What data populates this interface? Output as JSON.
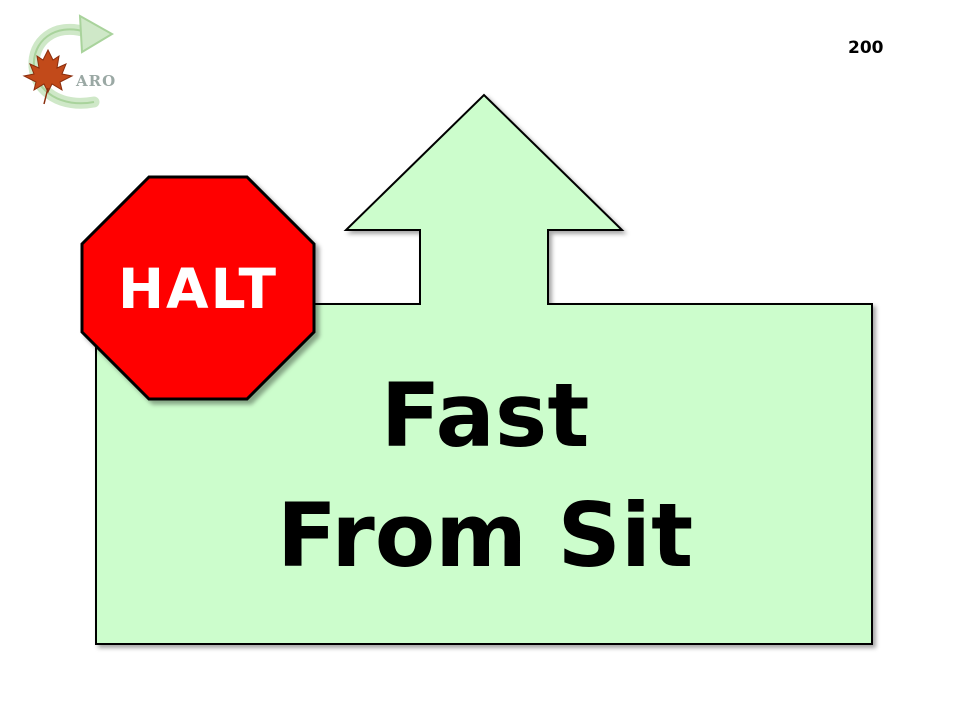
{
  "logo": {
    "text": "ARO",
    "icon": "maple-leaf-arrow-logo"
  },
  "page": {
    "number": "200"
  },
  "sign": {
    "line1": "Fast",
    "line2": "From Sit",
    "fill_color": "#ccfdcc",
    "icon": "up-arrow-sign"
  },
  "halt": {
    "label": "HALT",
    "fill_color": "#ff0000",
    "icon": "stop-sign-octagon"
  }
}
